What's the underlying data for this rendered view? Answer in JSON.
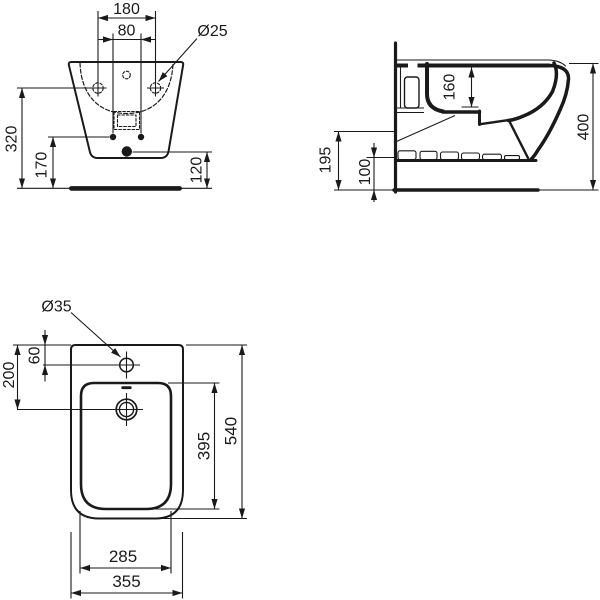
{
  "drawing": {
    "kind": "technical-dimension-drawing",
    "subject": "wall-hung bidet, three orthographic views",
    "colors": {
      "line": "#1a1a1a",
      "background": "#ffffff"
    },
    "views": {
      "rear": {
        "title": "rear elevation",
        "dims": {
          "fixing_hole_spacing": "180",
          "bottom_hole_spacing": "80",
          "fixing_hole_diameter": "Ø25",
          "fixing_hole_height": "320",
          "bottom_hole_height": "170",
          "outlet_height": "120"
        }
      },
      "side": {
        "title": "side elevation",
        "dims": {
          "inner_depth": "160",
          "projection": "400",
          "trap_height": "195",
          "clearance_height": "100"
        }
      },
      "plan": {
        "title": "plan view",
        "dims": {
          "tap_hole_diameter": "Ø35",
          "tap_hole_setback": "60",
          "drain_setback": "200",
          "overall_length": "540",
          "bowl_length": "395",
          "bowl_width": "285",
          "overall_width": "355"
        }
      }
    }
  }
}
